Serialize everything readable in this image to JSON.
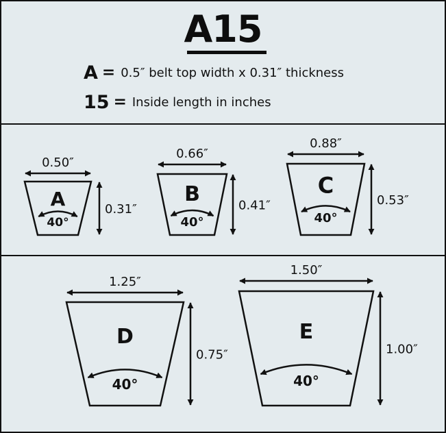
{
  "header": {
    "title": "A15",
    "legend": [
      {
        "key": "A",
        "eq": "=",
        "desc": "0.5″ belt top width x 0.31″ thickness"
      },
      {
        "key": "15",
        "eq": "=",
        "desc": "Inside length in inches"
      }
    ]
  },
  "belts": [
    {
      "letter": "A",
      "width_label": "0.50″",
      "height_label": "0.31″",
      "angle_label": "40°"
    },
    {
      "letter": "B",
      "width_label": "0.66″",
      "height_label": "0.41″",
      "angle_label": "40°"
    },
    {
      "letter": "C",
      "width_label": "0.88″",
      "height_label": "0.53″",
      "angle_label": "40°"
    },
    {
      "letter": "D",
      "width_label": "1.25″",
      "height_label": "0.75″",
      "angle_label": "40°"
    },
    {
      "letter": "E",
      "width_label": "1.50″",
      "height_label": "1.00″",
      "angle_label": "40°"
    }
  ],
  "colors": {
    "background": "#e4ebee",
    "ink": "#111111",
    "trapezoid_fill": "#e4ebee"
  }
}
